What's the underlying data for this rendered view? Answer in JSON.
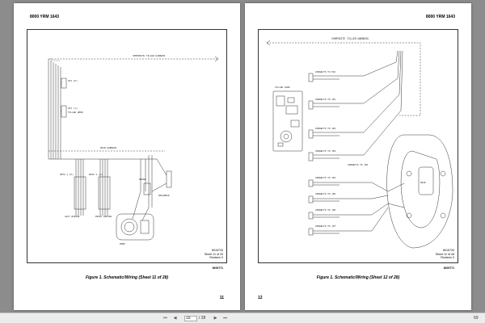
{
  "document": {
    "header_title": "8000 YRM 1643",
    "pages": [
      {
        "caption": "Figure 1. Schematic/Wiring (Sheet 11 of 28)",
        "page_number": "11",
        "ref_code": "8015733",
        "sheet": "Sheet 11 of 20",
        "revision": "Revision 0",
        "part_no": "8000771",
        "labels": {
          "composite": "COMPOSITE TILLER HARNESS",
          "main": "MAIN HARNESS",
          "cp1": "CP1 (P)",
          "cp2": "CP2 (J)",
          "tiller": "TILLER HORN",
          "left_conn": "MCPA 1 (P)",
          "left_conn2": "MCPA 1 (J)",
          "wiring_left": "LEFT WIRING",
          "wiring_right": "RIGHT WIRING",
          "solenoid": "SOLENOID",
          "pump": "PUMP",
          "diode": "DIODE"
        }
      },
      {
        "caption": "Figure 1. Schematic/Wiring (Sheet 12 of 28)",
        "page_number": "12",
        "ref_code": "8015733",
        "sheet": "Sheet 12 of 28",
        "revision": "Revision 0",
        "part_no": "8000771",
        "labels": {
          "composite": "COMPOSITE TILLER HARNESS",
          "controller": "TILLER CARD",
          "conn_a": "CONNECTS TO P16",
          "conn_b": "CONNECTS TO JP1",
          "conn_c": "CONNECTS TO JP2",
          "conn_d": "CONNECTS TO JP3",
          "conn_e": "CONNECTS TO JP4",
          "conn_f": "CONNECTS TO JP5",
          "conn_g": "CONNECTS TO JP6",
          "conn_h": "CONNECTS TO JP7",
          "conn_i": "CONNECTS TO JP8",
          "tiller_label": "GRIP"
        }
      }
    ]
  },
  "toolbar": {
    "current_page": "15",
    "total_pages": "/ 28",
    "zoom": "69"
  }
}
